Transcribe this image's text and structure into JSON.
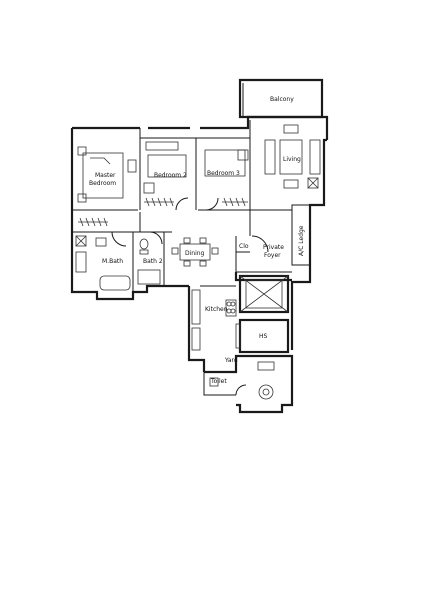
{
  "rooms": {
    "balcony": "Balcony",
    "living": "Living",
    "master_bedroom_line1": "Master",
    "master_bedroom_line2": "Bedroom",
    "bedroom2": "Bedroom 2",
    "bedroom3": "Bedroom 3",
    "dining": "Dining",
    "m_bath": "M.Bath",
    "bath2": "Bath 2",
    "clo": "Clo",
    "private_foyer_line1": "Private",
    "private_foyer_line2": "Foyer",
    "ac_ledge": "A/C Ledge",
    "kitchen": "Kitchen",
    "hs": "HS",
    "yard": "Yard",
    "toilet": "Toilet"
  }
}
